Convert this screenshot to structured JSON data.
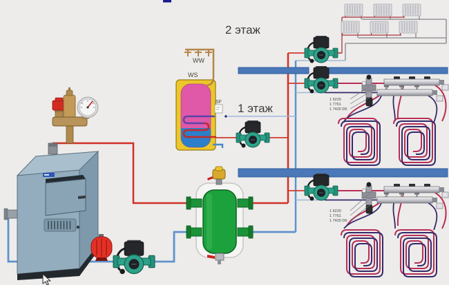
{
  "scene": {
    "background": "#edecea",
    "title_mark_color": "#1b1b8e"
  },
  "labels": {
    "floor2": "2 этаж",
    "floor1": "1 этаж"
  },
  "dhw": {
    "ww": "WW",
    "ws": "WS",
    "sf": "SF"
  },
  "manifold_floor2": {
    "lines": [
      "1 6220",
      "1 7761",
      "1 7420 D6"
    ]
  },
  "manifold_floor1": {
    "lines": [
      "1 6220",
      "1 7761",
      "1 7420 D6"
    ]
  },
  "colors": {
    "slab": "#4a78b8",
    "pipe_red": "#d03028",
    "pipe_red_thin": "#cf3a30",
    "pipe_blue": "#5e92cc",
    "pipe_light_blue": "#9db8d9",
    "ufh_supply": "#b92c56",
    "ufh_return": "#35296b",
    "radiator_return_gray": "#84848c",
    "separator_green": "#1ca23c",
    "pump_teal": "#2da189",
    "boiler_blue_gray": "#93adbf",
    "dhw_tank_yellow": "#ecc72a",
    "dhw_tank_pink": "#e058a8",
    "dhw_tank_blue": "#2c7fc8",
    "expansion_tank_red": "#e23126",
    "brass": "#b5854a"
  }
}
